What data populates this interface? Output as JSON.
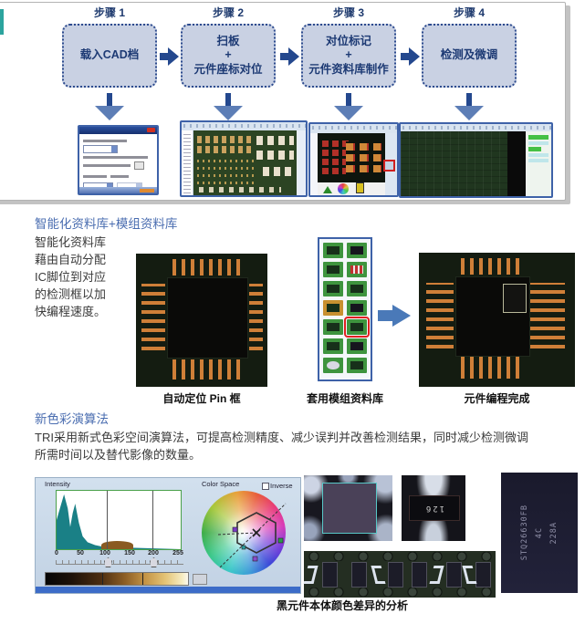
{
  "flow": {
    "steps": [
      {
        "label": "步骤 1",
        "lines": [
          "载入CAD档"
        ]
      },
      {
        "label": "步骤 2",
        "lines": [
          "扫板",
          "+",
          "元件座标对位"
        ]
      },
      {
        "label": "步骤 3",
        "lines": [
          "对位标记",
          "+",
          "元件资料库制作"
        ]
      },
      {
        "label": "步骤 4",
        "lines": [
          "检测及微调"
        ]
      }
    ]
  },
  "smart_db": {
    "title": "智能化资料库+模组资料库",
    "body_lines": [
      "智能化资料库",
      "藉由自动分配",
      "IC脚位到对应",
      "的检测框以加",
      "快编程速度。"
    ],
    "captions": {
      "left": "自动定位 Pin 框",
      "middle": "套用模组资料库",
      "right": "元件编程完成"
    }
  },
  "color_algo": {
    "title": "新色彩演算法",
    "body_lines": [
      "TRI采用新式色彩空间演算法，可提高检测精度、减少误判并改善检测结果，同时减少检测微调",
      "所需时间以及替代影像的数量。"
    ],
    "caption": "黑元件本体颜色差异的分析",
    "tool": {
      "intensity_label": "Intensity",
      "color_space_label": "Color Space",
      "inverse_label": "Inverse",
      "axis_ticks": [
        "0",
        "50",
        "100",
        "150",
        "200",
        "255"
      ]
    },
    "chip_marking_126": "126",
    "chip_marking_lines": [
      "STQ26630FB",
      "4C",
      "228A"
    ]
  },
  "colors": {
    "accent_blue": "#4a6db0",
    "navy": "#24488e",
    "box_fill": "#c9d1e3",
    "arrow_light": "#5d7eb6",
    "screenshot_border": "#3e62a8",
    "highlight_red": "#e02020"
  }
}
